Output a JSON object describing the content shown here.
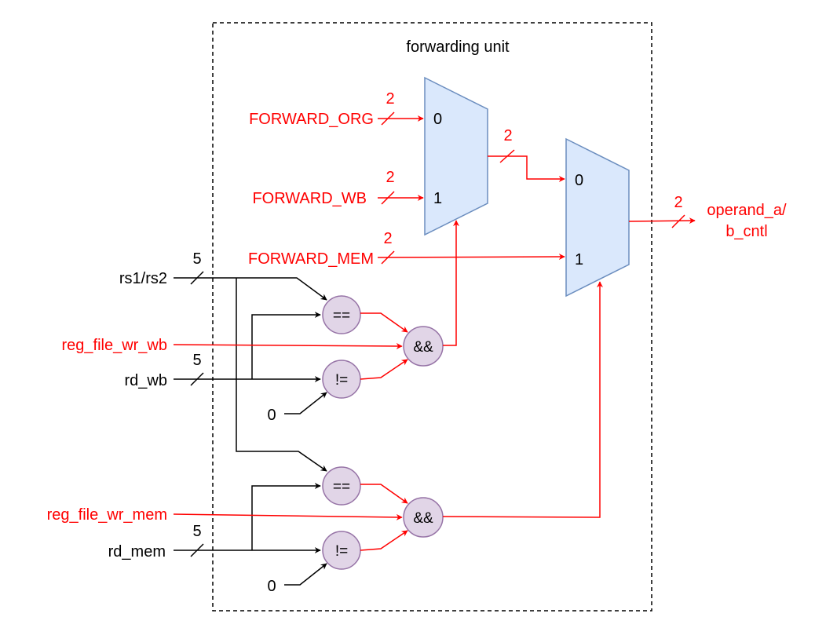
{
  "unit": {
    "title": "forwarding unit"
  },
  "inputs": {
    "forward_org": "FORWARD_ORG",
    "forward_wb": "FORWARD_WB",
    "forward_mem": "FORWARD_MEM",
    "rs": "rs1/rs2",
    "reg_file_wr_wb": "reg_file_wr_wb",
    "rd_wb": "rd_wb",
    "reg_file_wr_mem": "reg_file_wr_mem",
    "rd_mem": "rd_mem",
    "zero": "0"
  },
  "widths": {
    "two": "2",
    "five": "5"
  },
  "mux1": {
    "in0": "0",
    "in1": "1"
  },
  "mux2": {
    "in0": "0",
    "in1": "1"
  },
  "operators": {
    "eq": "==",
    "neq": "!=",
    "and": "&&"
  },
  "output": {
    "line1": "operand_a/",
    "line2": "b_cntl"
  },
  "colors": {
    "signal_red": "#ff0000",
    "mux_fill": "#dae8fc",
    "mux_stroke": "#6c8ebf",
    "gate_fill": "#e1d5e7",
    "gate_stroke": "#9673a6"
  }
}
